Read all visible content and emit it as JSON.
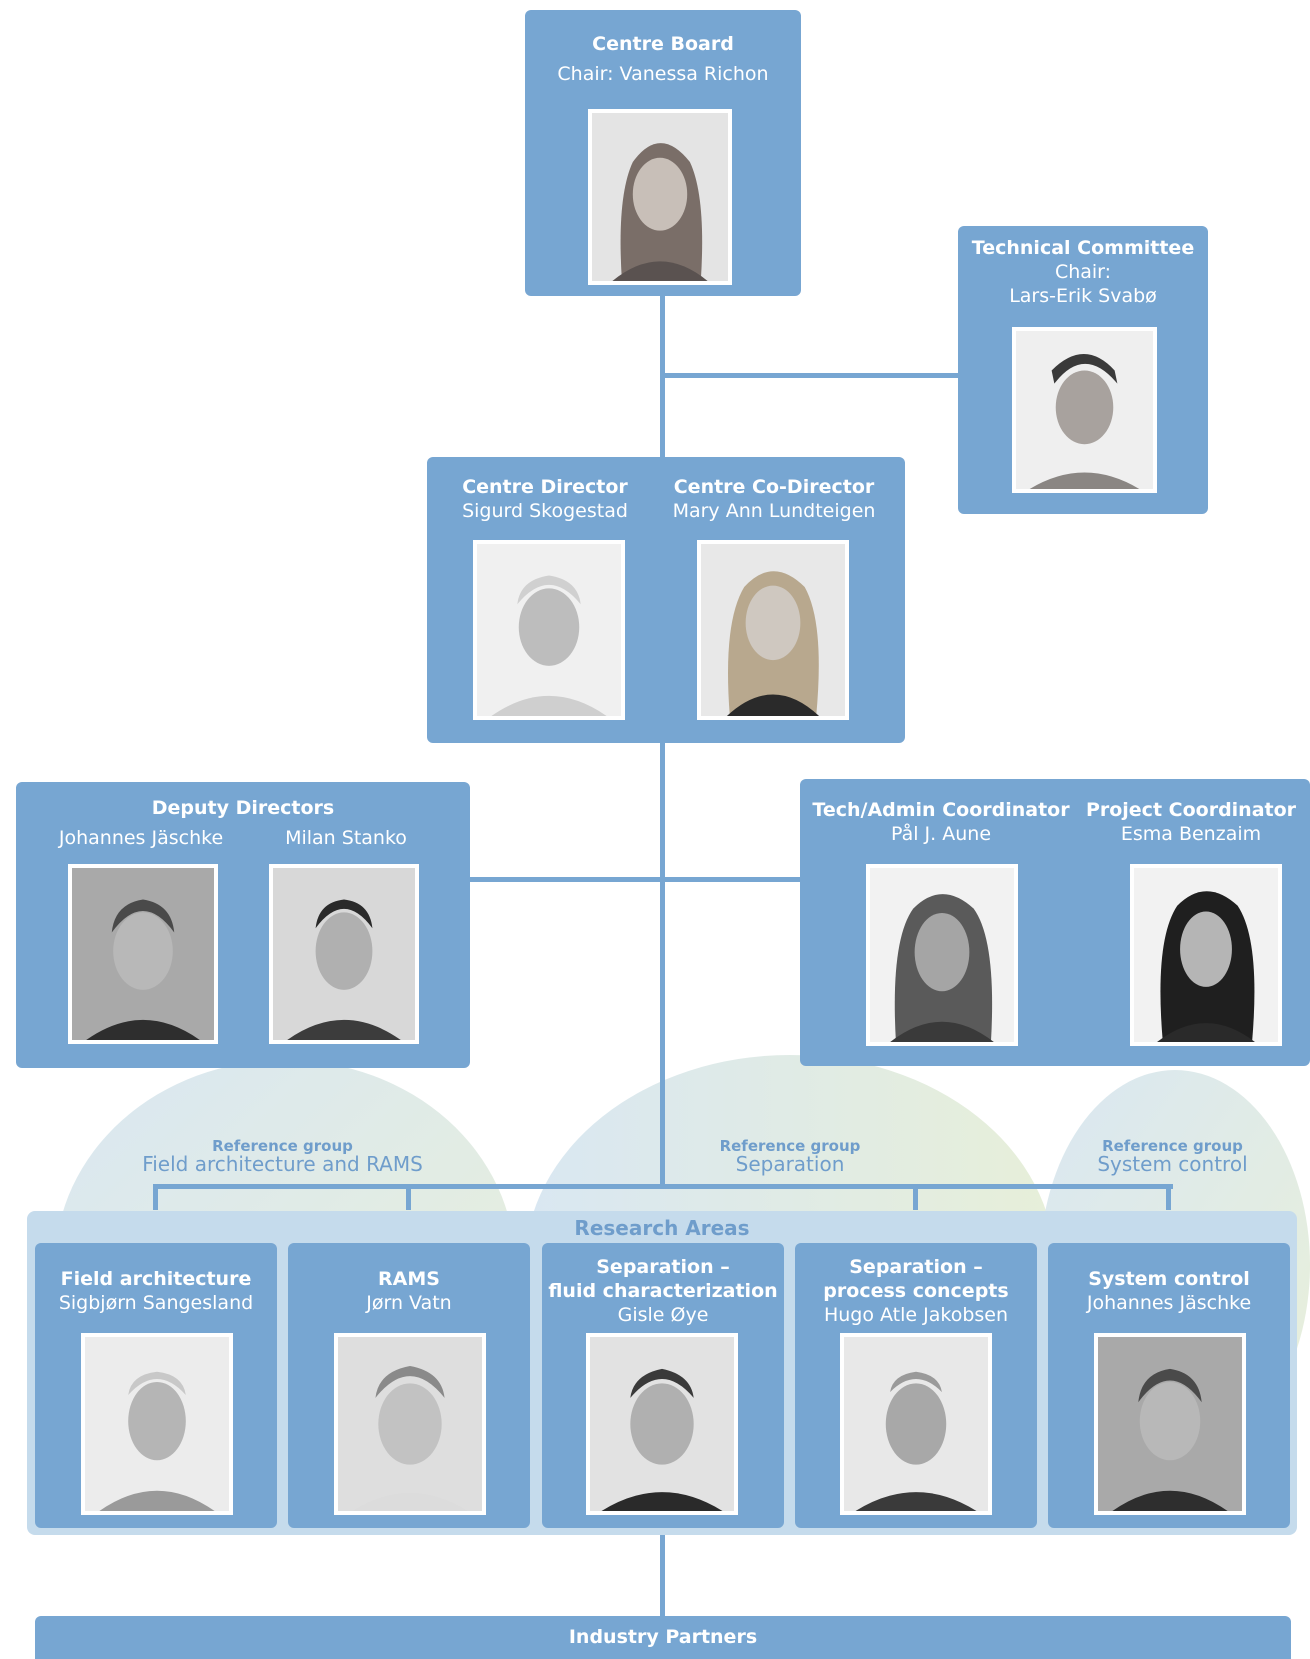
{
  "board": {
    "title": "Centre Board",
    "chair": "Chair: Vanessa Richon"
  },
  "technical_committee": {
    "title": "Technical Committee",
    "chair_label": "Chair:",
    "chair_name": "Lars-Erik Svabø"
  },
  "director": {
    "title": "Centre Director",
    "name": "Sigurd Skogestad"
  },
  "co_director": {
    "title": "Centre Co-Director",
    "name": "Mary Ann Lundteigen"
  },
  "deputy": {
    "title": "Deputy Directors",
    "names": [
      "Johannes Jäschke",
      "Milan Stanko"
    ]
  },
  "tech_admin": {
    "title": "Tech/Admin Coordinator",
    "name": "Pål J. Aune"
  },
  "project_coord": {
    "title": "Project Coordinator",
    "name": "Esma Benzaim"
  },
  "reference_groups": [
    {
      "label": "Reference group",
      "name": "Field architecture and RAMS"
    },
    {
      "label": "Reference group",
      "name": "Separation"
    },
    {
      "label": "Reference group",
      "name": "System control"
    }
  ],
  "research_areas": {
    "title": "Research Areas",
    "items": [
      {
        "title1": "Field architecture",
        "title2": "",
        "name": "Sigbjørn Sangesland"
      },
      {
        "title1": "RAMS",
        "title2": "",
        "name": "Jørn Vatn"
      },
      {
        "title1": "Separation –",
        "title2": "fluid characterization",
        "name": "Gisle Øye"
      },
      {
        "title1": "Separation –",
        "title2": "process concepts",
        "name": "Hugo Atle Jakobsen"
      },
      {
        "title1": "System control",
        "title2": "",
        "name": "Johannes Jäschke"
      }
    ]
  },
  "industry_partners": {
    "title": "Industry Partners"
  },
  "colors": {
    "box": "#77a6d2",
    "light_panel": "#c5dbec",
    "ellipse_green": "#e6efd8",
    "ellipse_blue": "#dce8f2"
  }
}
